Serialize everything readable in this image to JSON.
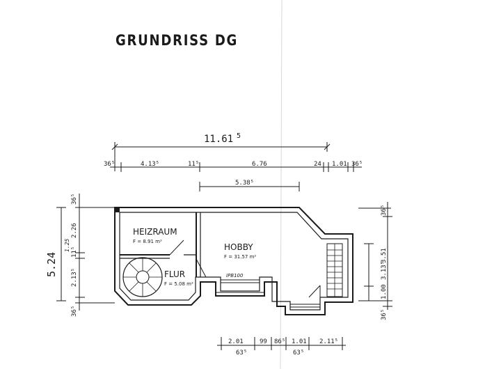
{
  "title": "GRUNDRISS DG",
  "rooms": [
    {
      "name": "HEIZRAUM",
      "area": "F = 8.91 m²"
    },
    {
      "name": "HOBBY",
      "area": "F = 31.57 m²"
    },
    {
      "name": "FLUR",
      "area": "F = 5.08 m²"
    }
  ],
  "annotation": "IPB100",
  "dims_top": {
    "overall": "11.61",
    "overall_sup": "5",
    "row2": [
      "36⁵",
      "4.13⁵",
      "11⁵",
      "6.76",
      "24",
      "1.01",
      "36⁵"
    ],
    "row3": "5.38⁵"
  },
  "dims_left": {
    "overall": "5.24",
    "segments": [
      "36⁵",
      "2.26",
      "11⁵",
      "2.13⁵",
      "36⁵"
    ],
    "handwritten": "1.25"
  },
  "dims_right": [
    "36⁵",
    "3.51",
    "3.13⁵",
    "1.00",
    "36⁵"
  ],
  "dims_bottom": {
    "row1": [
      "2.01",
      "99",
      "86⁵",
      "1.01",
      "2.11⁵"
    ],
    "row2": [
      "63⁵",
      "63⁵"
    ]
  }
}
